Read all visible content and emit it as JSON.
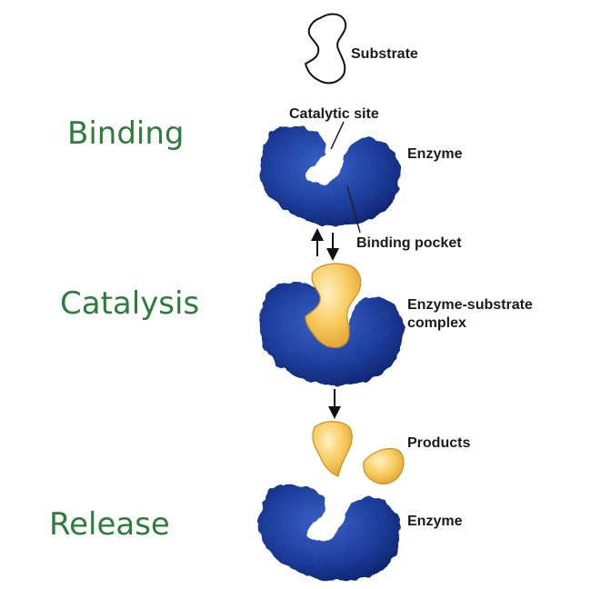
{
  "colors": {
    "stage_text": "#2e7d3c",
    "enzyme_fill": "#1e3f9e",
    "enzyme_dark": "#0e2470",
    "enzyme_light": "#3a63c8",
    "substrate_fill": "#f7c95a",
    "substrate_stroke": "#c9901f",
    "label_text": "#1a1a1a",
    "leader_line": "#222222"
  },
  "stages": {
    "binding": "Binding",
    "catalysis": "Catalysis",
    "release": "Release"
  },
  "labels": {
    "substrate": "Substrate",
    "catalytic_site": "Catalytic site",
    "enzyme_top": "Enzyme",
    "binding_pocket": "Binding pocket",
    "complex_line1": "Enzyme-substrate",
    "complex_line2": "complex",
    "products": "Products",
    "enzyme_bottom": "Enzyme"
  },
  "icons": {
    "arrows": [
      "reversible-arrows-icon",
      "forward-arrow-icon"
    ],
    "shapes": [
      "substrate-outline-icon",
      "enzyme-blob-icon",
      "enzyme-substrate-complex-icon",
      "product-fragment-icon"
    ]
  }
}
